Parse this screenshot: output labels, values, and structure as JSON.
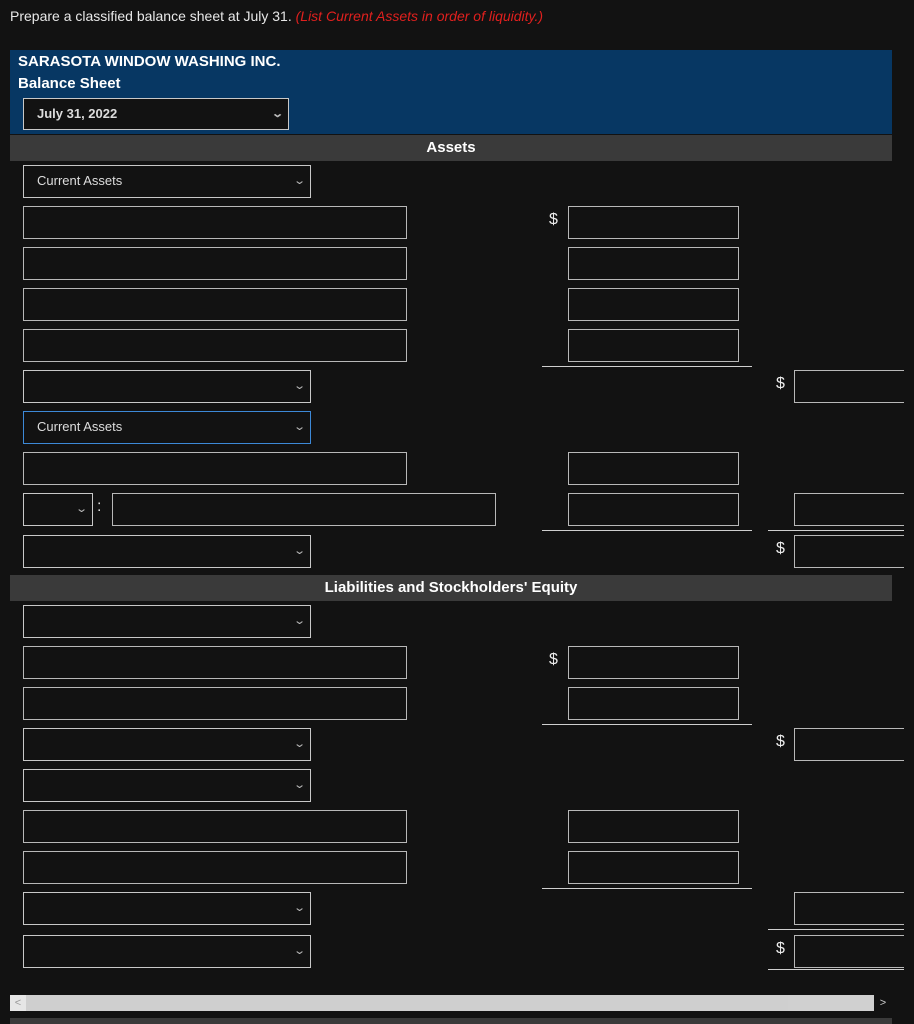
{
  "prompt": {
    "text": "Prepare a classified balance sheet at July 31.",
    "hint": "(List Current Assets in order of liquidity.)"
  },
  "header": {
    "company": "SARASOTA WINDOW WASHING INC.",
    "title": "Balance Sheet",
    "date_select": "July 31, 2022"
  },
  "sections": {
    "assets": "Assets",
    "liabilities_equity": "Liabilities and Stockholders' Equity"
  },
  "selects": {
    "current_assets_1": "Current Assets",
    "current_assets_2": "Current Assets",
    "blank": ""
  },
  "symbols": {
    "dollar": "$",
    "colon": ":",
    "chevron": "‹",
    "chev_down": "∨",
    "arrow_left": "<",
    "arrow_right": ">"
  },
  "colors": {
    "header_bg": "#073763",
    "section_bg": "#3a3a3a",
    "hint": "#e0201e",
    "focus": "#3d89d8"
  }
}
